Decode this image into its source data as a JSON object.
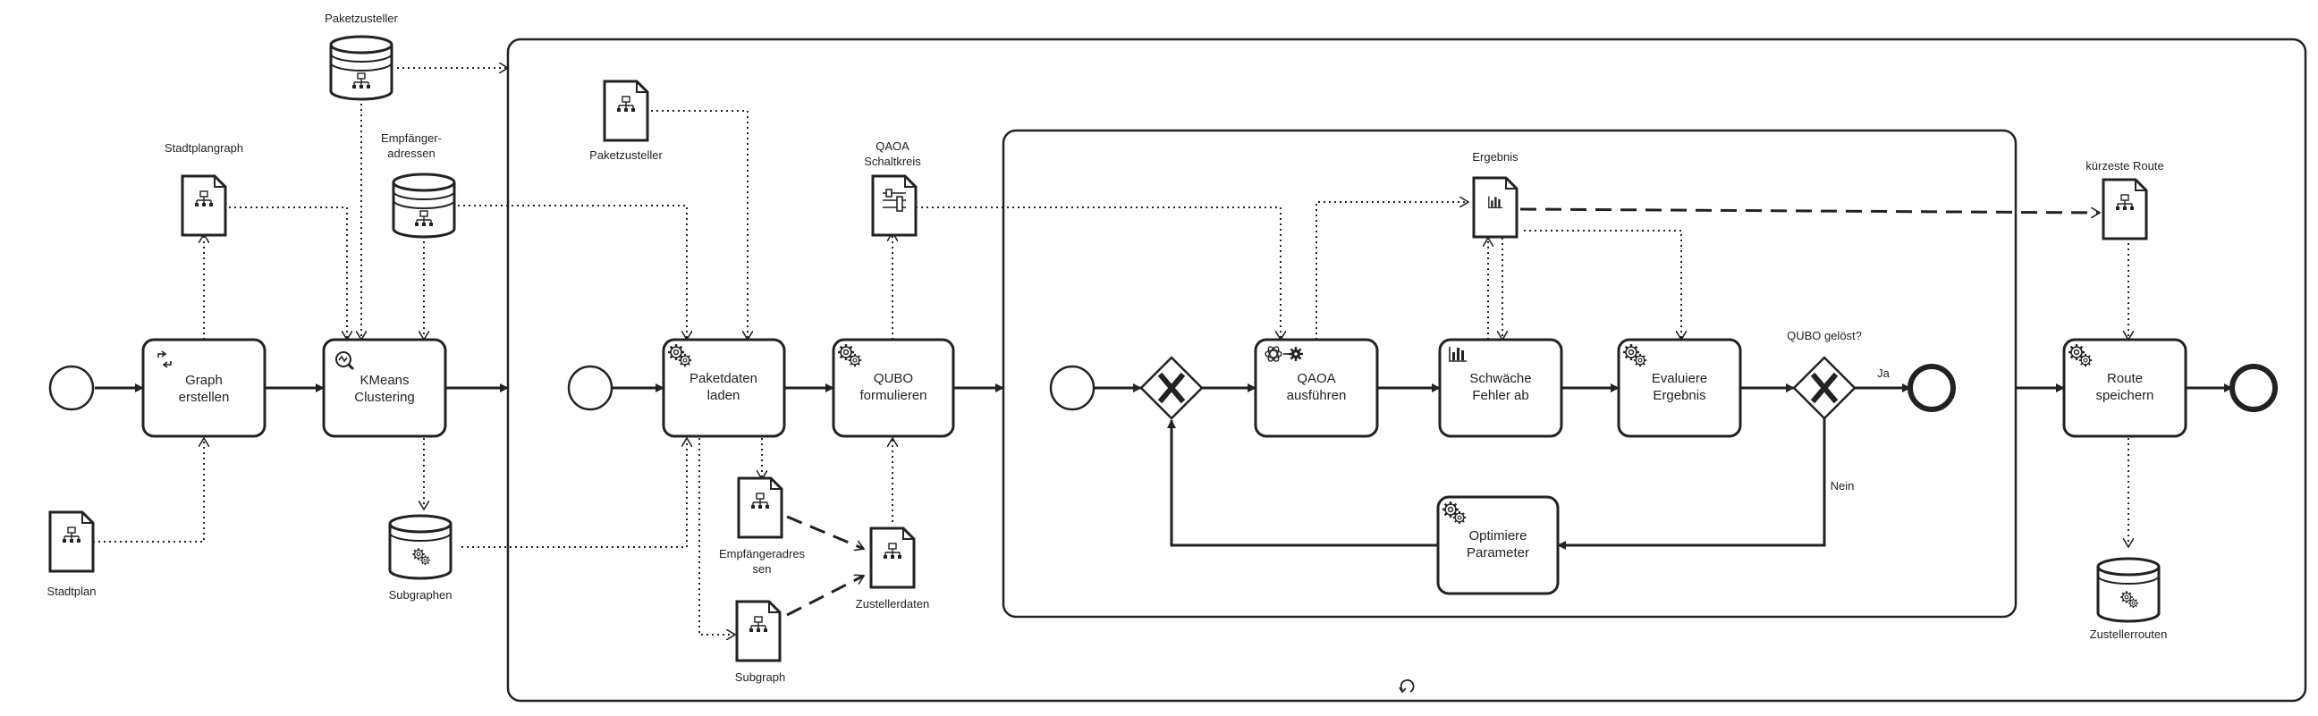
{
  "diagram": {
    "tasks": {
      "graph_erstellen": {
        "line1": "Graph",
        "line2": "erstellen"
      },
      "kmeans_clustering": {
        "line1": "KMeans",
        "line2": "Clustering"
      },
      "paketdaten_laden": {
        "line1": "Paketdaten",
        "line2": "laden"
      },
      "qubo_formulieren": {
        "line1": "QUBO",
        "line2": "formulieren"
      },
      "qaoa_ausfuehren": {
        "line1": "QAOA",
        "line2": "ausführen"
      },
      "schwaeche_fehler_ab": {
        "line1": "Schwäche",
        "line2": "Fehler ab"
      },
      "evaluiere_ergebnis": {
        "line1": "Evaluiere",
        "line2": "Ergebnis"
      },
      "optimiere_parameter": {
        "line1": "Optimiere",
        "line2": "Parameter"
      },
      "route_speichern": {
        "line1": "Route",
        "line2": "speichern"
      }
    },
    "data": {
      "paketzusteller_store": "Paketzusteller",
      "stadtplangraph": "Stadtplangraph",
      "empfaengeradressen_store": {
        "line1": "Empfänger-",
        "line2": "adressen"
      },
      "subgraphen": "Subgraphen",
      "stadtplan": "Stadtplan",
      "paketzusteller_doc": "Paketzusteller",
      "qaoa_schaltkreis": {
        "line1": "QAOA",
        "line2": "Schaltkreis"
      },
      "empfaengeradressen_doc": {
        "line1": "Empfängeradres",
        "line2": "sen"
      },
      "zustellerdaten": "Zustellerdaten",
      "subgraph": "Subgraph",
      "ergebnis": "Ergebnis",
      "kuerzeste_route": "kürzeste Route",
      "zustellerrouten": "Zustellerrouten"
    },
    "gateway": {
      "question": "QUBO gelöst?",
      "yes": "Ja",
      "no": "Nein"
    },
    "icons": [
      "service-gear-icon",
      "script-icon",
      "magnifier-chart-icon",
      "atom-gear-icon",
      "bar-chart-icon",
      "loop-marker-icon",
      "exclusive-gateway-x-icon"
    ]
  }
}
